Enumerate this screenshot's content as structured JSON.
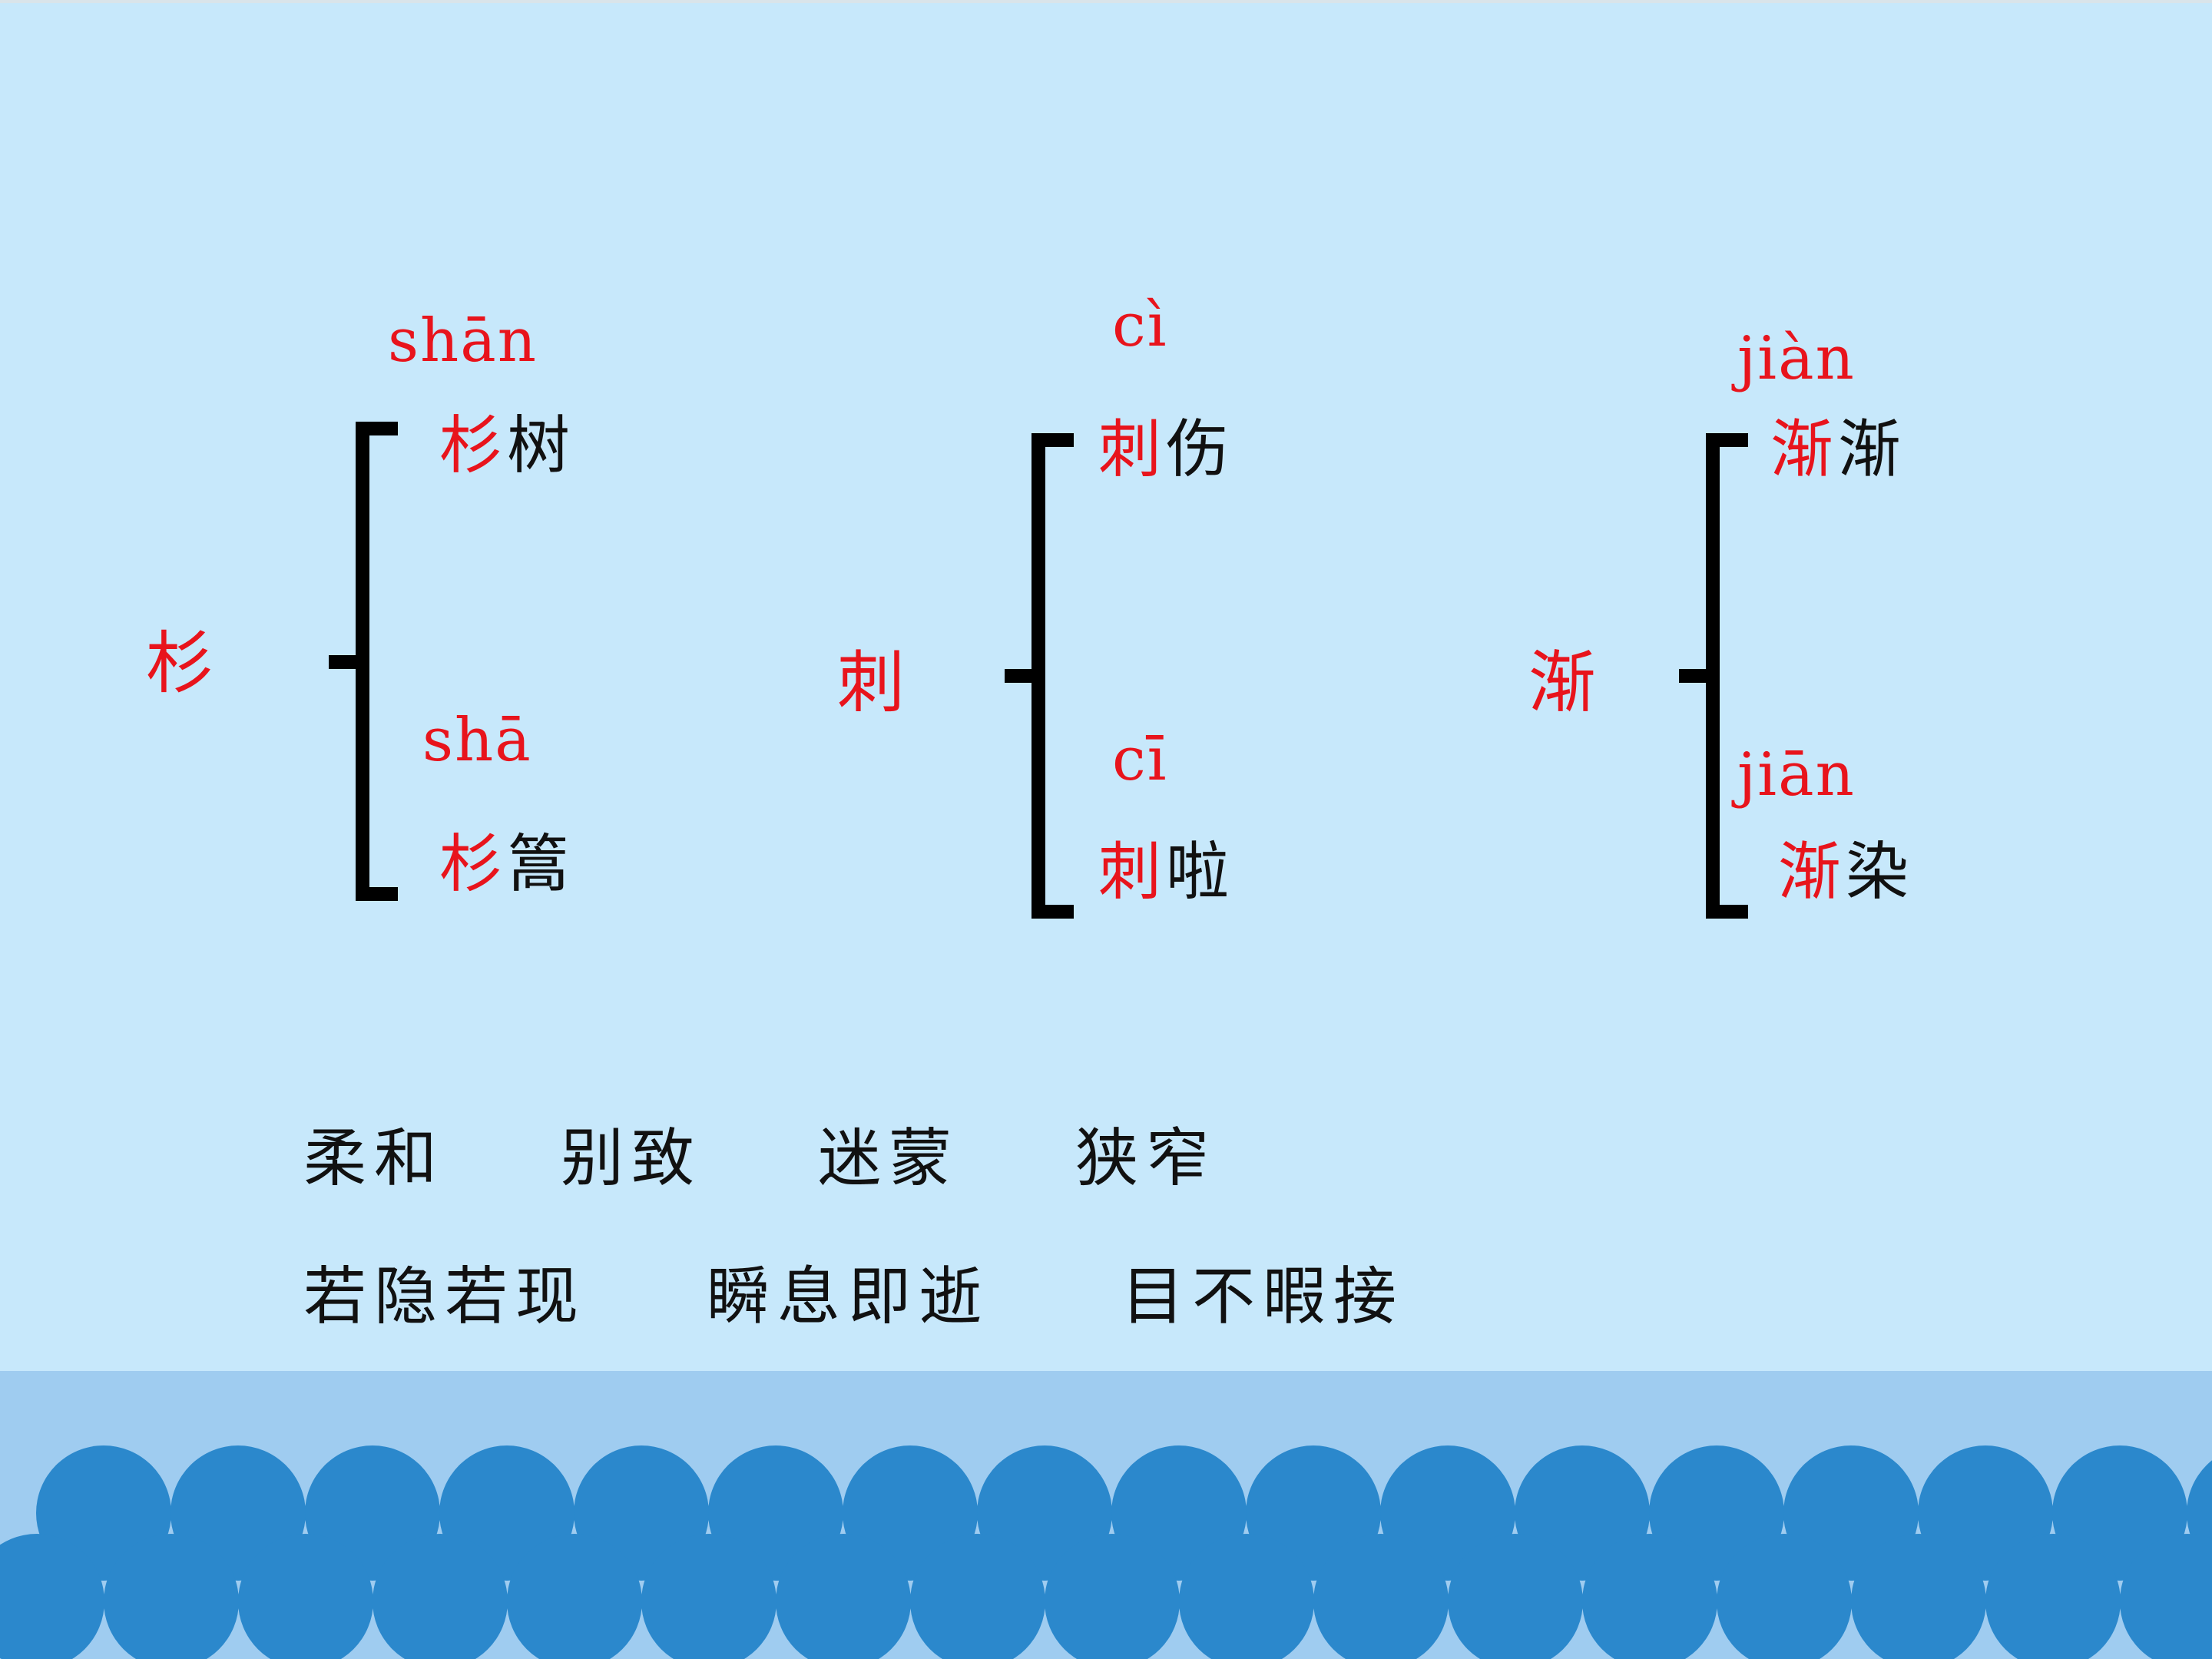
{
  "groups": [
    {
      "char": "杉",
      "top": {
        "pinyin": "shān",
        "word_key": "杉",
        "word_rest": "树"
      },
      "bottom": {
        "pinyin": "shā",
        "word_key": "杉",
        "word_rest": "篙"
      }
    },
    {
      "char": "刺",
      "top": {
        "pinyin": "cì",
        "word_key": "刺",
        "word_rest": "伤"
      },
      "bottom": {
        "pinyin": "cī",
        "word_key": "刺",
        "word_rest": "啦"
      }
    },
    {
      "char": "渐",
      "top": {
        "pinyin": "jiàn",
        "word_key": "渐",
        "word_rest": "渐"
      },
      "bottom": {
        "pinyin": "jiān",
        "word_key": "渐",
        "word_rest": "染"
      }
    }
  ],
  "vocabulary": {
    "row1": [
      "柔和",
      "别致",
      "迷蒙",
      "狭窄"
    ],
    "row2": [
      "若隐若现",
      "瞬息即逝",
      "目不暇接"
    ]
  },
  "colors": {
    "background": "#c7e8fb",
    "accent_red": "#e8141c",
    "water_light": "#9fccf0",
    "wave_dark": "#2b88cc"
  }
}
